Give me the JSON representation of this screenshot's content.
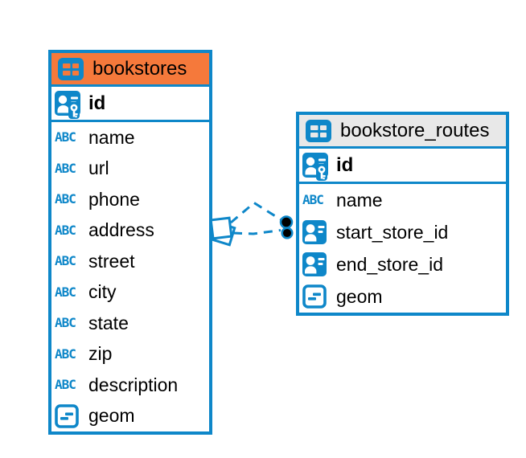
{
  "colors": {
    "blue": "#0E87C9",
    "orange": "#F5793B",
    "header_gray": "#E8E8E8",
    "ink": "#000000"
  },
  "icons": {
    "text_type_label": "ABC"
  },
  "tables": [
    {
      "name": "bookstores",
      "header_color": "orange",
      "pk": {
        "name": "id",
        "type": "primary-key"
      },
      "columns": [
        {
          "name": "name",
          "type": "text"
        },
        {
          "name": "url",
          "type": "text"
        },
        {
          "name": "phone",
          "type": "text"
        },
        {
          "name": "address",
          "type": "text"
        },
        {
          "name": "street",
          "type": "text"
        },
        {
          "name": "city",
          "type": "text"
        },
        {
          "name": "state",
          "type": "text"
        },
        {
          "name": "zip",
          "type": "text"
        },
        {
          "name": "description",
          "type": "text"
        },
        {
          "name": "geom",
          "type": "geometry"
        }
      ]
    },
    {
      "name": "bookstore_routes",
      "header_color": "gray",
      "pk": {
        "name": "id",
        "type": "primary-key"
      },
      "columns": [
        {
          "name": "name",
          "type": "text"
        },
        {
          "name": "start_store_id",
          "type": "reference"
        },
        {
          "name": "end_store_id",
          "type": "reference"
        },
        {
          "name": "geom",
          "type": "geometry"
        }
      ]
    }
  ],
  "relationship": {
    "from": "bookstore_routes",
    "to": "bookstores",
    "line_style": "dashed",
    "line_count": 2,
    "left_end_marker": "stacked-squares",
    "right_end_marker": "two-black-dots"
  }
}
